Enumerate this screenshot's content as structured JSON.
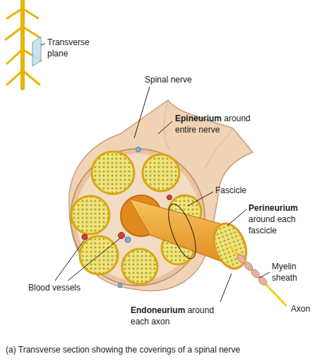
{
  "diagram": {
    "caption": "(a) Transverse section showing the coverings of a spinal nerve",
    "labels": [
      "Transverse plane",
      "Spinal nerve",
      "Epineurium",
      "around entire nerve",
      "Fascicle",
      "Perineurium",
      "around each fascicle",
      "Myelin sheath",
      "Axon",
      "Blood vessels",
      "Endoneurium",
      "around each axon"
    ]
  }
}
